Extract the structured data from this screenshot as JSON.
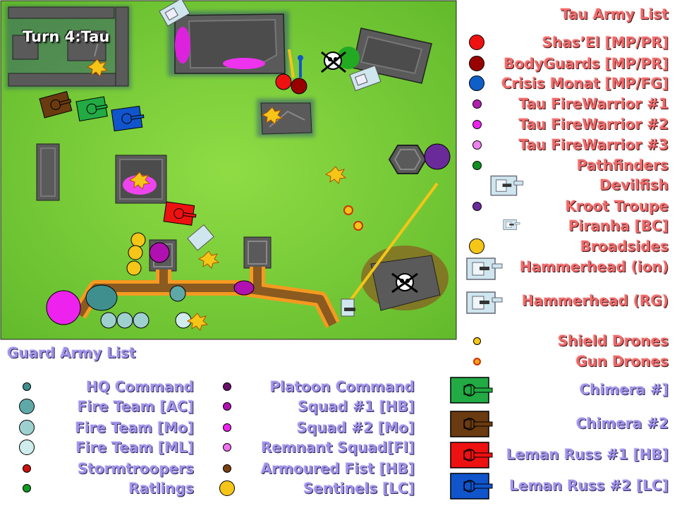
{
  "map": {
    "turn_label": "Turn 4:Tau"
  },
  "tau": {
    "title": "Tau Army List",
    "items": [
      {
        "label": "Shas’El [MP/PR]",
        "color": "#ee1111",
        "icon": "large-dot"
      },
      {
        "label": "BodyGuards [MP/PR]",
        "color": "#990000",
        "icon": "large-dot"
      },
      {
        "label": "Crisis Monat [MP/FG]",
        "color": "#0f5fc8",
        "icon": "large-dot"
      },
      {
        "label": "Tau FireWarrior #1",
        "color": "#b020b0",
        "icon": "small-dot"
      },
      {
        "label": "Tau FireWarrior #2",
        "color": "#ee22ee",
        "icon": "small-dot"
      },
      {
        "label": "Tau FireWarrior #3",
        "color": "#f080f0",
        "icon": "small-dot"
      },
      {
        "label": "Pathfinders",
        "color": "#0f8f1f",
        "icon": "small-dot"
      },
      {
        "label": "Devilfish",
        "color": "#cfe6ee",
        "icon": "devilfish-icon"
      },
      {
        "label": "Kroot Troupe",
        "color": "#6a2a9a",
        "icon": "small-dot"
      },
      {
        "label": "Piranha [BC]",
        "color": "#cfe6ee",
        "icon": "piranha-icon"
      },
      {
        "label": "Broadsides",
        "color": "#f5c518",
        "icon": "large-dot"
      },
      {
        "label": "Hammerhead (ion)",
        "color": "#cfe6ee",
        "icon": "hammerhead-icon"
      },
      {
        "label": "Hammerhead (RG)",
        "color": "#cfe6ee",
        "icon": "hammerhead-icon"
      },
      {
        "label": "Shield Drones",
        "color": "#f5c518",
        "icon": "tiny-dot"
      },
      {
        "label": "Gun Drones",
        "color": "#f5a020",
        "icon": "tiny-ring-dot"
      }
    ]
  },
  "guard": {
    "title": "Guard Army List",
    "col1": [
      {
        "label": "HQ Command",
        "color": "#3f8f8f",
        "icon": "dot"
      },
      {
        "label": "Fire Team [AC]",
        "color": "#5fa8a8",
        "icon": "dot"
      },
      {
        "label": "Fire Team [Mo]",
        "color": "#9fd0d0",
        "icon": "dot"
      },
      {
        "label": "Fire Team [ML]",
        "color": "#d0ecec",
        "icon": "dot"
      },
      {
        "label": "Stormtroopers",
        "color": "#cc1111",
        "icon": "dot"
      },
      {
        "label": "Ratlings",
        "color": "#119922",
        "icon": "dot"
      }
    ],
    "col2": [
      {
        "label": "Platoon Command",
        "color": "#6a106a",
        "icon": "dot"
      },
      {
        "label": "Squad #1  [HB]",
        "color": "#b010b0",
        "icon": "dot"
      },
      {
        "label": "Squad #2  [Mo]",
        "color": "#ee22ee",
        "icon": "dot"
      },
      {
        "label": "Remnant Squad[Fl]",
        "color": "#f070f0",
        "icon": "dot"
      },
      {
        "label": "Armoured Fist [HB]",
        "color": "#7a4010",
        "icon": "dot"
      },
      {
        "label": "Sentinels [LC]",
        "color": "#f5c518",
        "icon": "dot"
      }
    ],
    "col3": [
      {
        "label": "Chimera #]",
        "color": "#22aa44",
        "icon": "tank-icon"
      },
      {
        "label": "Chimera #2",
        "color": "#6a3a10",
        "icon": "tank-icon"
      },
      {
        "label": "Leman Russ #1 [HB]",
        "color": "#ee1111",
        "icon": "tank-icon"
      },
      {
        "label": "Leman Russ #2 [LC]",
        "color": "#1155cc",
        "icon": "tank-icon"
      }
    ]
  },
  "colors": {
    "grass": "#7cd13a",
    "ruin": "#5a5a5a",
    "trench": "#8a5a20",
    "blast": "#f5c518"
  }
}
